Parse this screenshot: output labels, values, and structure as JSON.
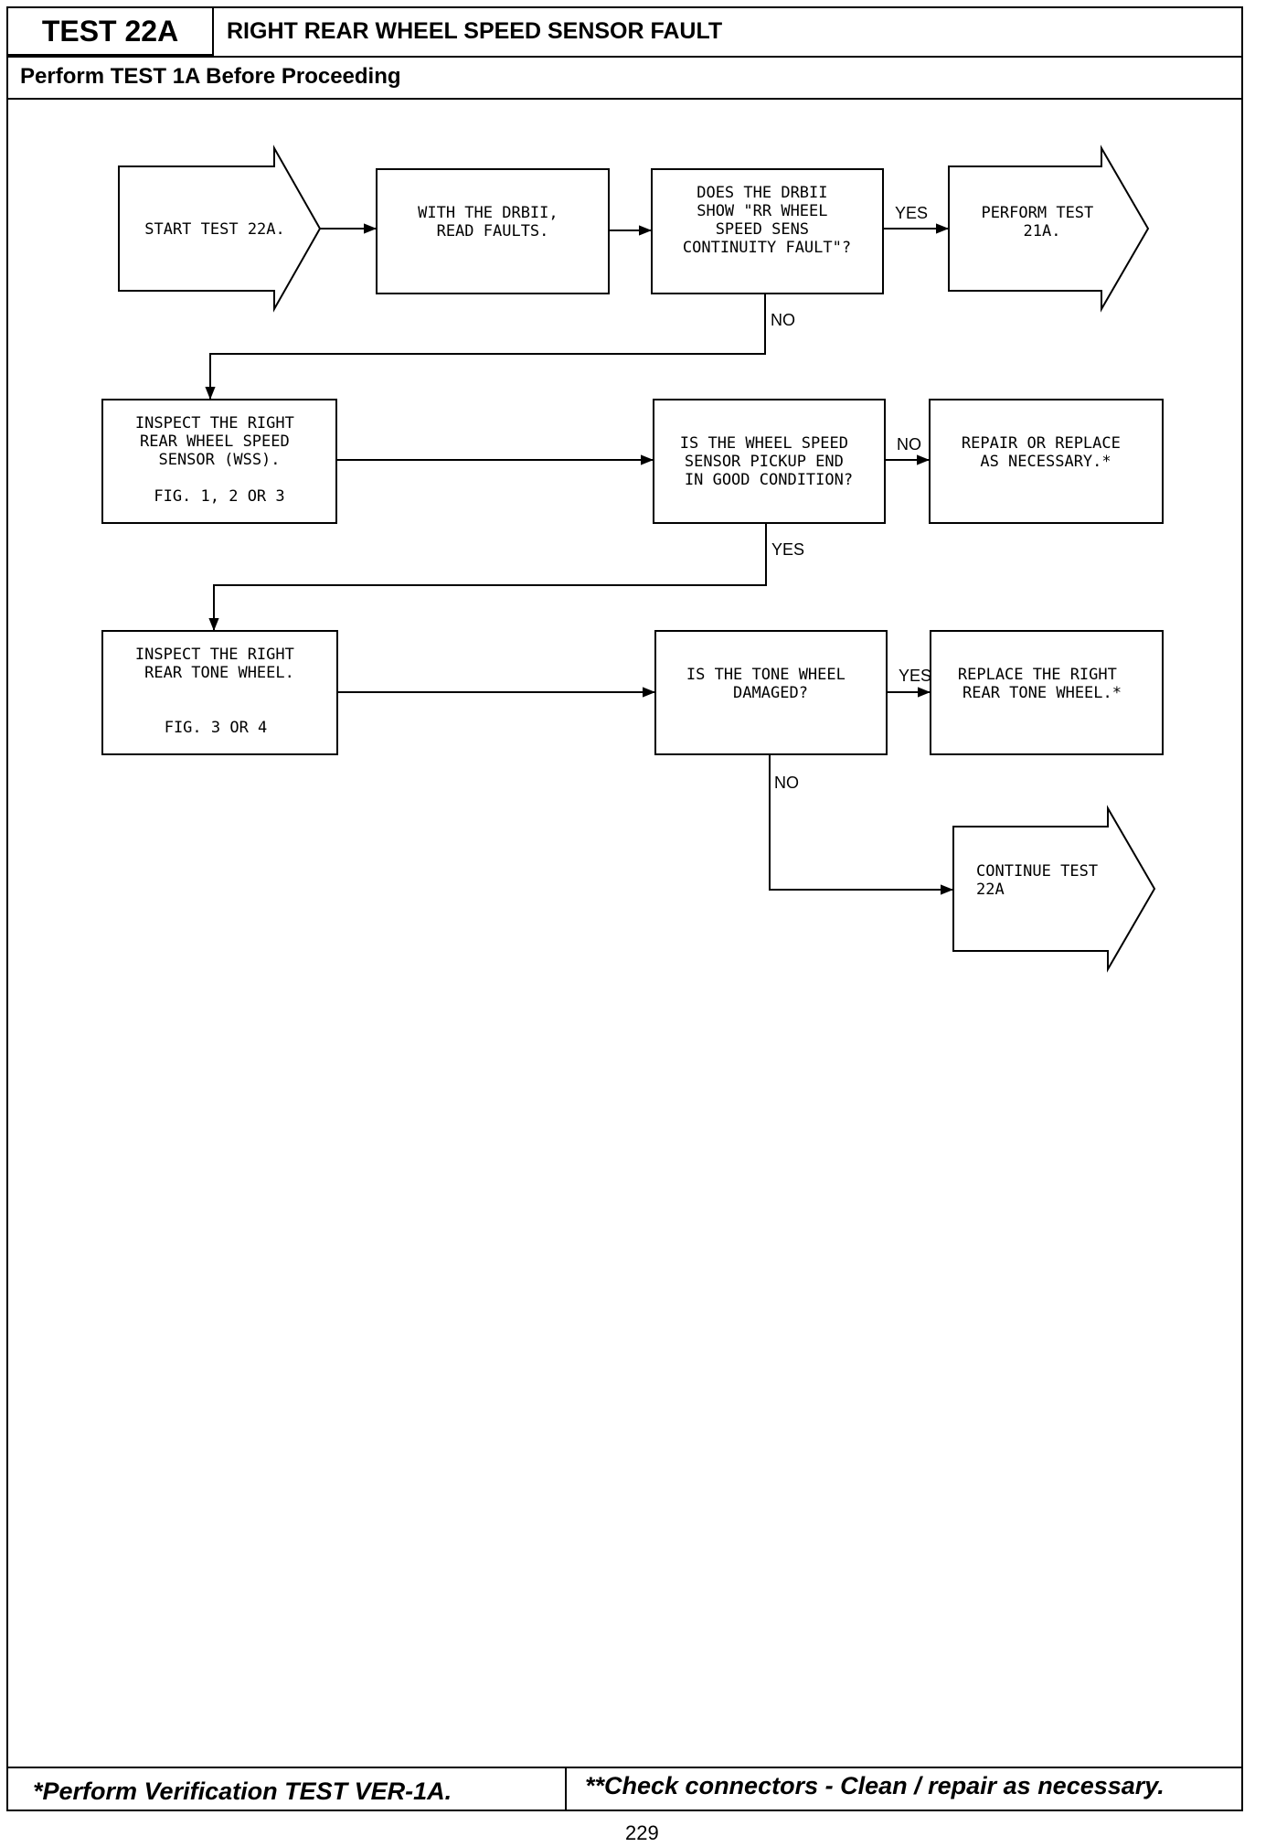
{
  "header": {
    "test_id": "TEST 22A",
    "title": "RIGHT REAR WHEEL SPEED SENSOR FAULT",
    "prerequisite": "Perform TEST 1A Before Proceeding"
  },
  "flow": {
    "start": [
      "START TEST 22A."
    ],
    "read_faults": [
      "WITH THE DRBII,",
      "READ FAULTS."
    ],
    "q_continuity": [
      "DOES THE DRBII",
      "SHOW \"RR WHEEL",
      "SPEED SENS",
      "CONTINUITY FAULT\"?"
    ],
    "perform_21a": [
      "PERFORM TEST",
      "21A."
    ],
    "inspect_sensor": [
      "INSPECT THE RIGHT",
      "REAR WHEEL SPEED",
      "SENSOR (WSS)."
    ],
    "inspect_sensor_fig": "FIG. 1, 2 OR 3",
    "q_pickup": [
      "IS THE WHEEL SPEED",
      "SENSOR PICKUP END",
      "IN GOOD CONDITION?"
    ],
    "repair_replace": [
      "REPAIR OR REPLACE",
      "AS NECESSARY.*"
    ],
    "inspect_tone": [
      "INSPECT THE RIGHT",
      "REAR TONE WHEEL."
    ],
    "inspect_tone_fig": "FIG. 3 OR 4",
    "q_tone": [
      "IS THE TONE WHEEL",
      "DAMAGED?"
    ],
    "replace_tone": [
      "REPLACE THE RIGHT",
      "REAR TONE WHEEL.*"
    ],
    "continue_22a": [
      "CONTINUE TEST",
      "22A"
    ],
    "labels": {
      "yes1": "YES",
      "no1": "NO",
      "no2": "NO",
      "yes2": "YES",
      "yes3": "YES",
      "no3": "NO"
    }
  },
  "footer": {
    "left_note": "*Perform Verification TEST VER-1A.",
    "right_note": "**Check connectors - Clean / repair as necessary.",
    "page_number": "229"
  }
}
